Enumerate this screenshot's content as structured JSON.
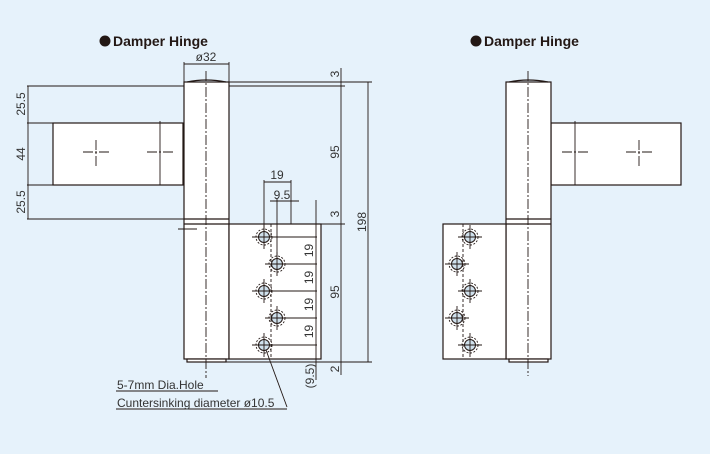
{
  "left_view": {
    "title": "Damper Hinge",
    "dimensions": {
      "pin_diameter": "ø32",
      "top_gap": "3",
      "upper_length": "95",
      "middle_gap": "3",
      "lower_length": "95",
      "bottom_gap": "2",
      "overall_length": "198",
      "leaf_offset_top": "25.5",
      "leaf_width": "44",
      "leaf_offset_bottom": "25.5",
      "hole_pitch_h": "19",
      "hole_offset_h": "9.5",
      "hole_pitch_v": [
        "19",
        "19",
        "19",
        "19"
      ],
      "hole_end_offset": "(9.5)"
    },
    "notes": [
      "5-7mm Dia.Hole",
      "Cuntersinking diameter ø10.5"
    ]
  },
  "right_view": {
    "title": "Damper Hinge"
  }
}
